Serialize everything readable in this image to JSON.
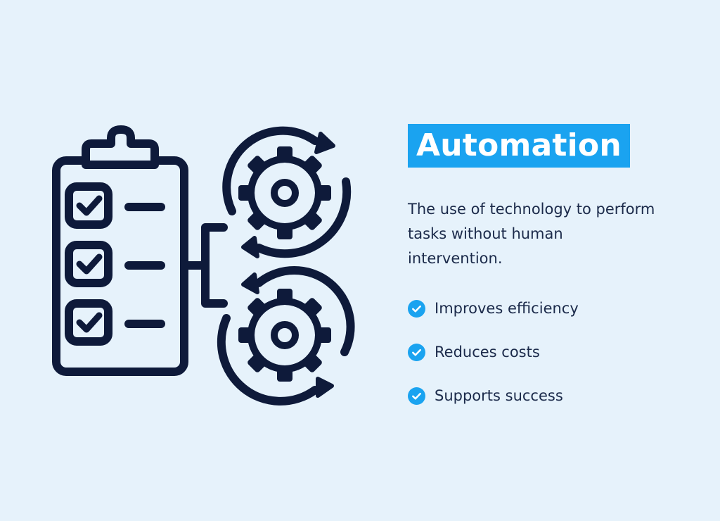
{
  "title": "Automation",
  "description": "The use of technology to perform tasks without human intervention.",
  "benefits": [
    {
      "label": "Improves efficiency",
      "icon": "check-circle-icon"
    },
    {
      "label": "Reduces costs",
      "icon": "check-circle-icon"
    },
    {
      "label": "Supports success",
      "icon": "check-circle-icon"
    }
  ],
  "illustration": {
    "icons": [
      "clipboard-checklist-icon",
      "gear-top-icon",
      "gear-bottom-icon",
      "cycle-arrows-icon"
    ]
  },
  "colors": {
    "background": "#e6f2fb",
    "accent": "#1aa3f0",
    "ink": "#0e1a3a",
    "text": "#1b2a4a"
  }
}
